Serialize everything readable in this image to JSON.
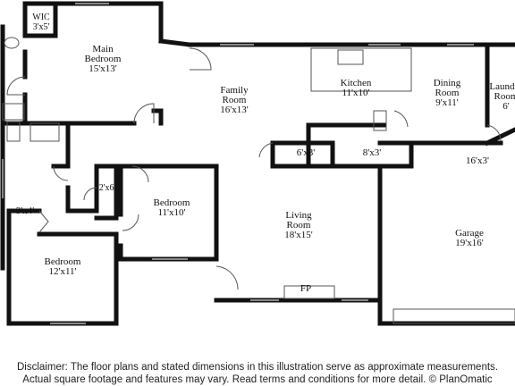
{
  "rooms": [
    {
      "name": "WIC",
      "dim": "3'x5'"
    },
    {
      "name": "Main Bedroom",
      "dim": "15'x13'"
    },
    {
      "name": "Family Room",
      "dim": "16'x13'"
    },
    {
      "name": "Kitchen",
      "dim": "11'x10'"
    },
    {
      "name": "Dining Room",
      "dim": "9'x11'"
    },
    {
      "name": "Laundry Room",
      "dim": "6'"
    },
    {
      "name": "",
      "dim": "6'x3'"
    },
    {
      "name": "",
      "dim": "8'x3'"
    },
    {
      "name": "",
      "dim": "16'x3'"
    },
    {
      "name": "",
      "dim": "2'x6'"
    },
    {
      "name": "Bedroom",
      "dim": "11'x10'"
    },
    {
      "name": "",
      "dim": "3'x4'"
    },
    {
      "name": "Living Room",
      "dim": "18'x15'"
    },
    {
      "name": "Garage",
      "dim": "19'x16'"
    },
    {
      "name": "Bedroom",
      "dim": "12'x11'"
    },
    {
      "name": "FP",
      "dim": ""
    }
  ],
  "disclaimer": {
    "line1": "Disclaimer: The floor plans and stated dimensions in this illustration serve as approximate measurements.",
    "line2": "Actual square footage and features may vary. Read terms and conditions for more detail. © PlanOmatic"
  }
}
